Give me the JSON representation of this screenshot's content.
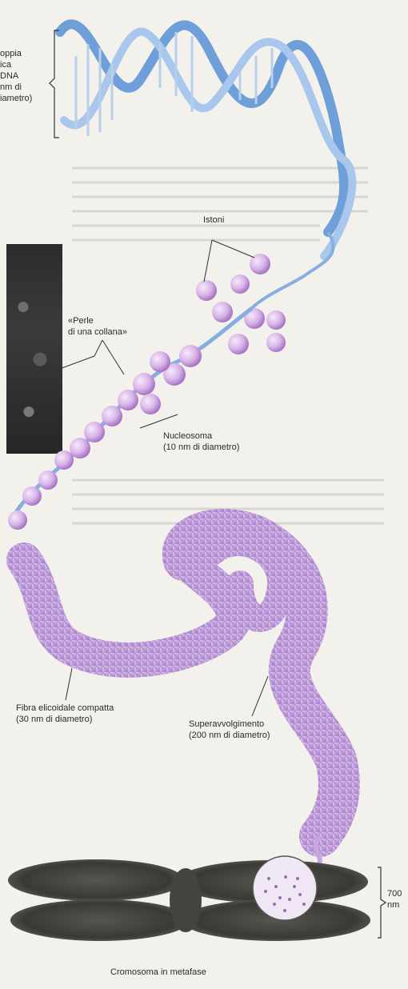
{
  "labels": {
    "dna": "oppia\nica\nDNA\nnm di\niametro)",
    "istoni": "Istoni",
    "perle": "«Perle\ndi una collana»",
    "nucleosoma": "Nucleosoma\n(10 nm di diametro)",
    "fibra": "Fibra elicoidale compatta\n(30 nm di diametro)",
    "superavvolgimento": "Superavvolgimento\n(200 nm di diametro)",
    "scale700": "700\nnm",
    "cromosoma": "Cromosoma in metafase"
  },
  "colors": {
    "dna_blue": "#6f9fd8",
    "dna_light": "#a9c6ec",
    "histone": "#d8b4e8",
    "histone_dark": "#a877c4",
    "fiber": "#c7a6e0",
    "chromosome": "#3a3a35"
  }
}
